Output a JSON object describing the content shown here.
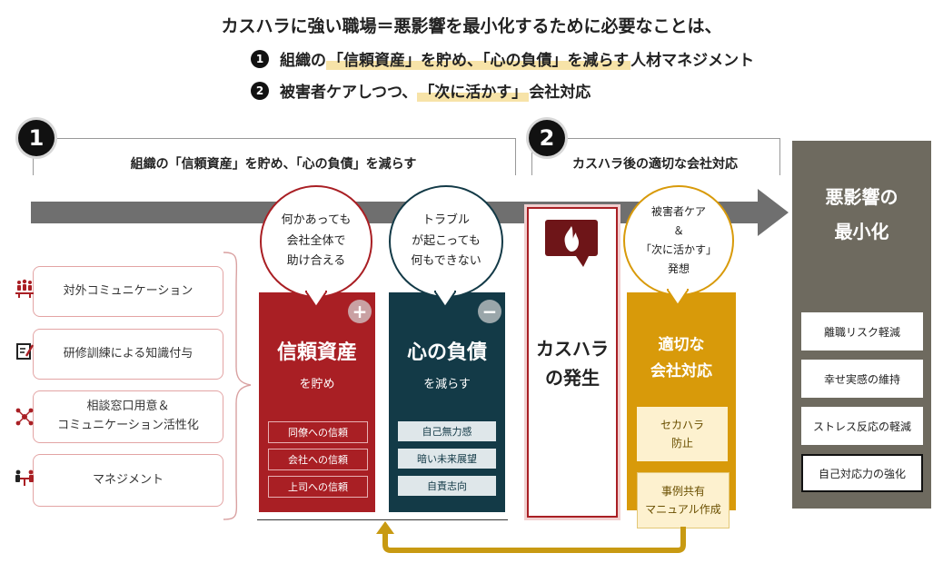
{
  "headline": "カスハラに強い職場＝悪影響を最小化するために必要なことは、",
  "points": [
    {
      "num": "1",
      "pre": "組織の",
      "hl": "「信頼資産」を貯め、「心の負債」を減らす",
      "post": "人材マネジメント"
    },
    {
      "num": "2",
      "pre": "被害者ケアしつつ、",
      "hl": "「次に活かす」",
      "post": "会社対応"
    }
  ],
  "section1": {
    "num": "1",
    "label": "組織の「信頼資産」を貯め、「心の負債」を減らす"
  },
  "section2": {
    "num": "2",
    "label": "カスハラ後の適切な会社対応"
  },
  "left_items": [
    {
      "text": "対外コミュニケーション",
      "icon": "people-group-icon"
    },
    {
      "text": "研修訓練による知識付与",
      "icon": "training-board-icon"
    },
    {
      "text": "相談窓口用意＆\nコミュニケーション活性化",
      "icon": "network-icon"
    },
    {
      "text": "マネジメント",
      "icon": "meeting-icon"
    }
  ],
  "bubbles": {
    "trust": "何かあっても\n会社全体で\n助け合える",
    "debt": "トラブル\nが起こっても\n何もできない",
    "response": "被害者ケア\n＆\n「次に活かす」\n発想"
  },
  "trust_card": {
    "title": "信頼資産",
    "sub": "を貯め",
    "sign": "+",
    "items": [
      "同僚への信頼",
      "会社への信頼",
      "上司への信頼"
    ]
  },
  "debt_card": {
    "title": "心の負債",
    "sub": "を減らす",
    "sign": "−",
    "items": [
      "自己無力感",
      "暗い未来展望",
      "自責志向"
    ]
  },
  "incident_card": {
    "title": "カスハラ\nの発生",
    "icon": "fire-speech-icon"
  },
  "response_card": {
    "title": "適切な\n会社対応",
    "items": [
      "セカハラ\n防止",
      "事例共有\nマニュアル作成"
    ]
  },
  "outcome": {
    "title": "悪影響の\n最小化",
    "items": [
      "離職リスク軽減",
      "幸せ実感の維持",
      "ストレス反応の軽減",
      "自己対応力の強化"
    ]
  },
  "colors": {
    "trust": "#a91f24",
    "debt": "#133a47",
    "response": "#d89a0a",
    "outcome": "#6e6a5f",
    "arrow": "#6f6f6f",
    "loop": "#c89a12"
  }
}
